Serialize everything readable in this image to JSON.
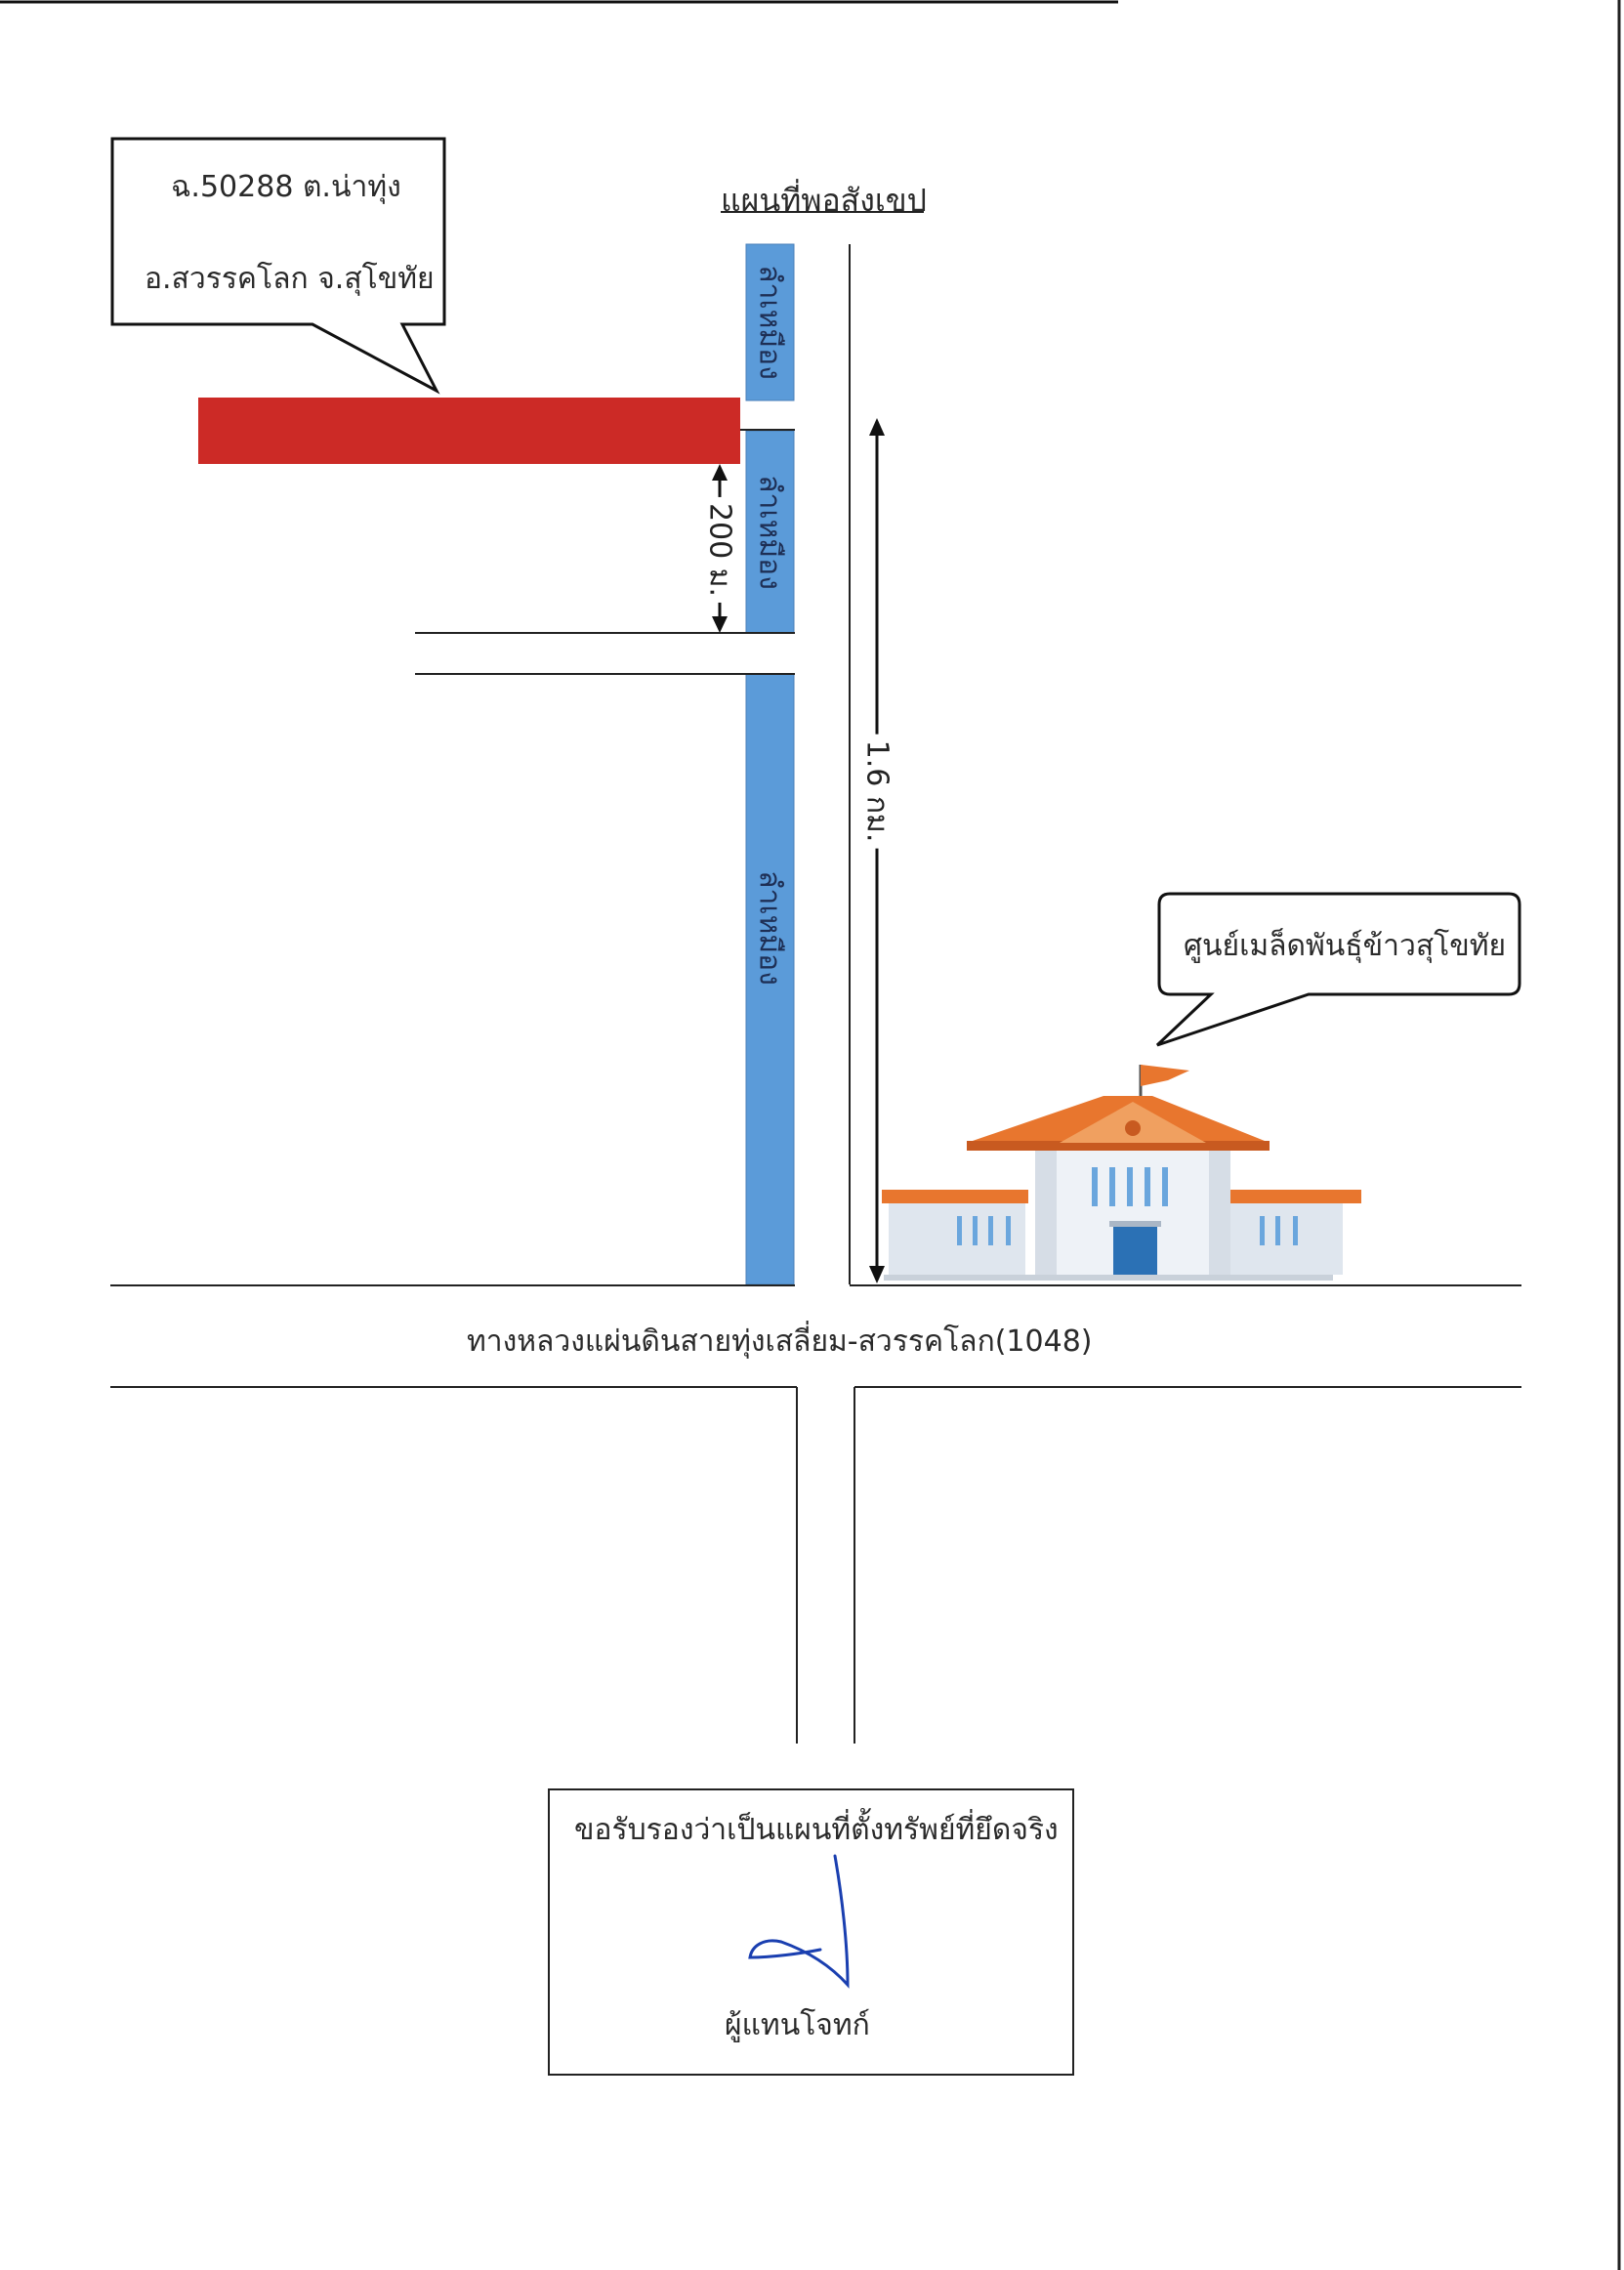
{
  "title": "แผนที่พอสังเขป",
  "plot_callout": {
    "line1": "ฉ.50288 ต.น่าทุ่ง",
    "line2": "อ.สวรรคโลก จ.สุโขทัย"
  },
  "canal_labels": [
    "ลำเหมือง",
    "ลำเหมือง",
    "ลำเหมือง"
  ],
  "distance_short": "200 ม.",
  "distance_long": "1.6 กม.",
  "landmark_callout": "ศูนย์เมล็ดพันธุ์ข้าวสุโขทัย",
  "highway_label": "ทางหลวงแผ่นดินสายทุ่งเสลี่ยม-สวรรคโลก(1048)",
  "certification": {
    "text": "ขอรับรองว่าเป็นแผนที่ตั้งทรัพย์ที่ยึดจริง",
    "signer": "ผู้แทนโจทก์"
  },
  "colors": {
    "plot": "#cc2a26",
    "canal": "#5b9bd9",
    "roof": "#e8762e",
    "signature": "#1a3fb0"
  }
}
